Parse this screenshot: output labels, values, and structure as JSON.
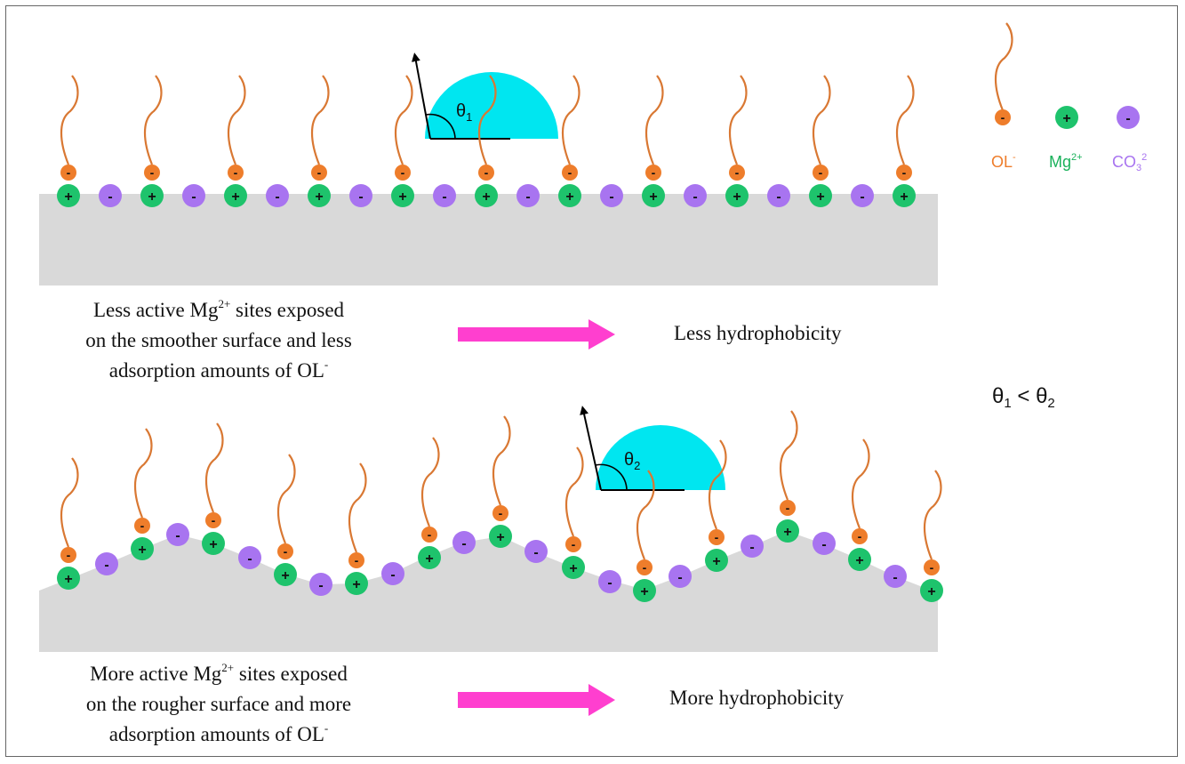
{
  "top_panel": {
    "caption": {
      "pre": "Less active Mg",
      "sup": "2+",
      "post": " sites exposed",
      "line2": "on the smoother surface and less",
      "line3_pre": "adsorption amounts of OL",
      "line3_sup": "-"
    },
    "result": "Less hydrophobicity",
    "angle_label": "θ",
    "angle_index": "1"
  },
  "bottom_panel": {
    "caption": {
      "pre": "More active Mg",
      "sup": "2+",
      "post": " sites exposed",
      "line2": "on the rougher surface and more",
      "line3_pre": "adsorption amounts of OL",
      "line3_sup": "-"
    },
    "result": "More hydrophobicity",
    "angle_label": "θ",
    "angle_index": "2"
  },
  "legend": {
    "ol": {
      "base": "OL",
      "sup": "-"
    },
    "mg": {
      "base": "Mg",
      "sup": "2+"
    },
    "co3": {
      "base": "CO",
      "sub": "3",
      "sup": "2"
    }
  },
  "relation": {
    "theta": "θ",
    "i1": "1",
    "op": " < ",
    "i2": "2"
  },
  "signs": {
    "plus": "+",
    "minus": "-"
  },
  "colors": {
    "mg": "#1ec36c",
    "co3": "#a874f0",
    "ol_head": "#ee7d2b",
    "tail": "#d97833",
    "surface": "#d9d9d9",
    "droplet": "#00e6f0",
    "arrow": "#ff3fcf",
    "ol_label": "#ee7d2b",
    "mg_label": "#19b15a",
    "co3_label": "#a874f0"
  }
}
